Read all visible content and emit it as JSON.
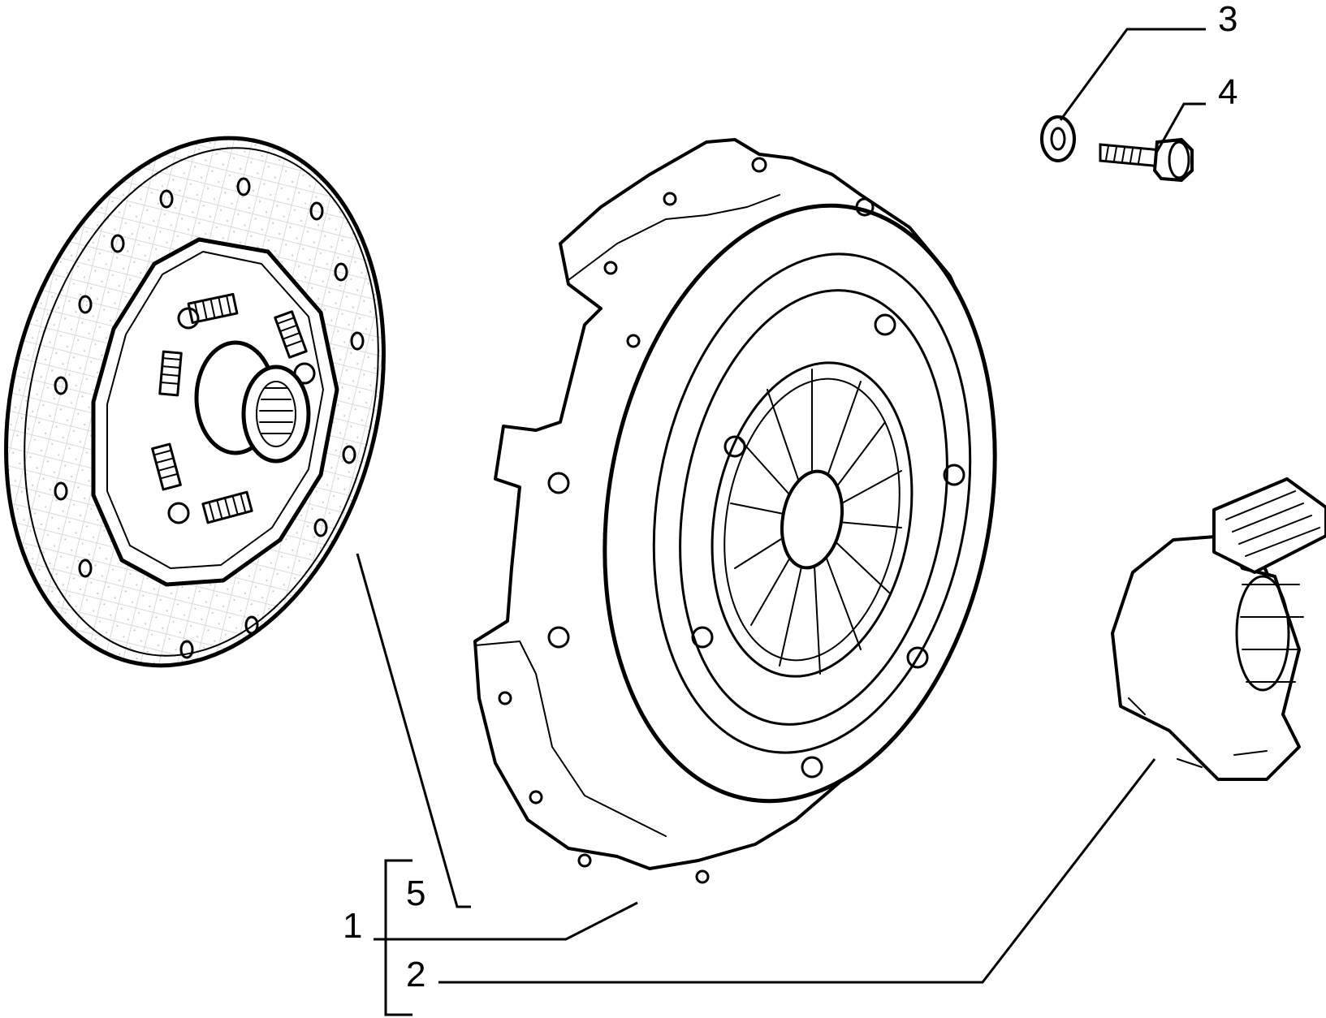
{
  "diagram": {
    "callouts": [
      {
        "id": "1",
        "text": "1"
      },
      {
        "id": "2",
        "text": "2"
      },
      {
        "id": "3",
        "text": "3"
      },
      {
        "id": "4",
        "text": "4"
      },
      {
        "id": "5",
        "text": "5"
      }
    ],
    "parts": [
      "clutch-disc",
      "pressure-plate",
      "release-bearing",
      "washer",
      "bolt"
    ],
    "colors": {
      "line": "#000000",
      "background": "#ffffff",
      "facing_texture": "#d8d8d8"
    }
  }
}
